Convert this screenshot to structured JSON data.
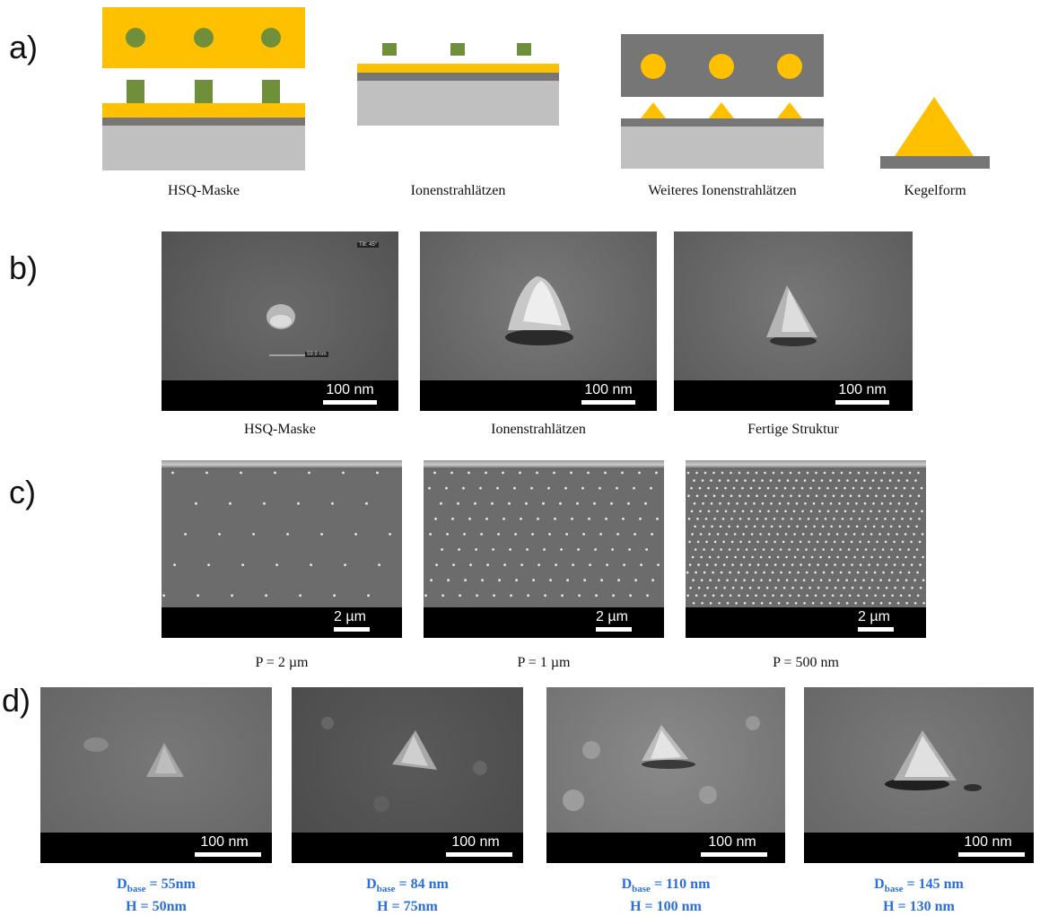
{
  "panels": {
    "a": "a)",
    "b": "b)",
    "c": "c)",
    "d": "d)"
  },
  "row_a": {
    "captions": [
      "HSQ-Maske",
      "Ionenstrahlätzen",
      "Weiteres Ionenstrahlätzen",
      "Kegelform"
    ],
    "colors": {
      "gold": "#ffc000",
      "green": "#6f8f3a",
      "dark": "#767676",
      "light": "#c0c0c0"
    }
  },
  "row_b": {
    "captions": [
      "HSQ-Maske",
      "Ionenstrahlätzen",
      "Fertige Struktur"
    ],
    "scale": "100 nm",
    "tilt_text": "Tilt: 45°",
    "measure_text": "59.9 nm"
  },
  "row_c": {
    "captions": [
      "P = 2 µm",
      "P = 1 µm",
      "P = 500 nm"
    ],
    "scale": "2 µm"
  },
  "row_d": {
    "scale": "100 nm",
    "items": [
      {
        "d_prefix": "D",
        "d_sub": "base",
        "d_val": " = 55nm",
        "h": "H = 50nm"
      },
      {
        "d_prefix": "D",
        "d_sub": "base",
        "d_val": " = 84 nm",
        "h": "H = 75nm"
      },
      {
        "d_prefix": "D",
        "d_sub": "base",
        "d_val": " = 110 nm",
        "h": "H = 100 nm"
      },
      {
        "d_prefix": "D",
        "d_sub": "base",
        "d_val": " = 145 nm",
        "h": "H = 130 nm"
      }
    ]
  }
}
